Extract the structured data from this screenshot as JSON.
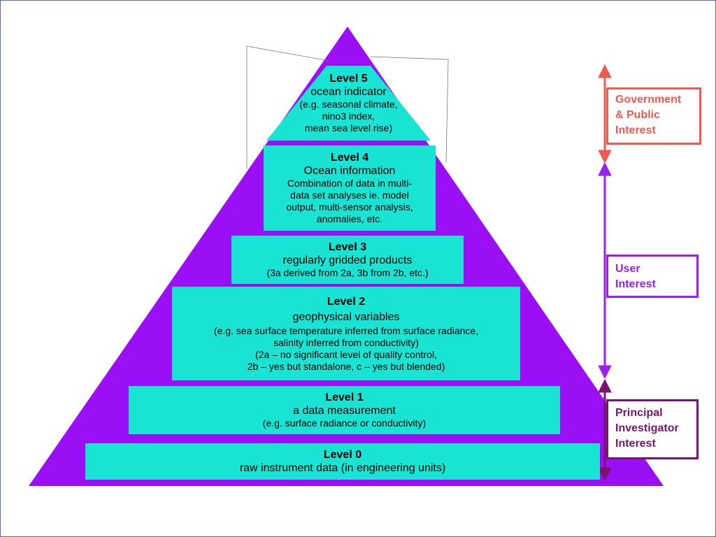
{
  "levels": [
    {
      "title": "Level 5",
      "subtitle": "ocean indicator",
      "desc": [
        "(e.g. seasonal climate,",
        "nino3 index,",
        "mean sea level rise)"
      ]
    },
    {
      "title": "Level 4",
      "subtitle": "Ocean information",
      "desc": [
        "Combination of data in multi-",
        "data set analyses ie. model",
        "output, multi-sensor analysis,",
        "anomalies, etc."
      ]
    },
    {
      "title": "Level 3",
      "subtitle": "regularly gridded products",
      "desc": [
        "(3a derived from 2a, 3b from 2b, etc.)"
      ]
    },
    {
      "title": "Level 2",
      "subtitle": "geophysical variables",
      "desc": [
        "(e.g. sea surface temperature inferred from surface radiance,",
        "salinity inferred from conductivity)",
        "(2a – no significant level of quality control,",
        "2b – yes but standalone, c – yes but blended)"
      ]
    },
    {
      "title": "Level 1",
      "subtitle": "a data measurement",
      "desc": [
        "(e.g. surface radiance or conductivity)"
      ]
    },
    {
      "title": "Level 0",
      "subtitle": "raw instrument data (in engineering units)",
      "desc": []
    }
  ],
  "interest": [
    {
      "lines": [
        "Government",
        "& Public",
        "Interest"
      ],
      "color": "#ef5a4f"
    },
    {
      "lines": [
        "User",
        "Interest"
      ],
      "color": "#9a1ff0"
    },
    {
      "lines": [
        "Principal",
        "Investigator",
        "Interest"
      ],
      "color": "#7b1470"
    }
  ],
  "colors": {
    "pyramid": "#9a0ff5",
    "level_box": "#19e3d3"
  }
}
